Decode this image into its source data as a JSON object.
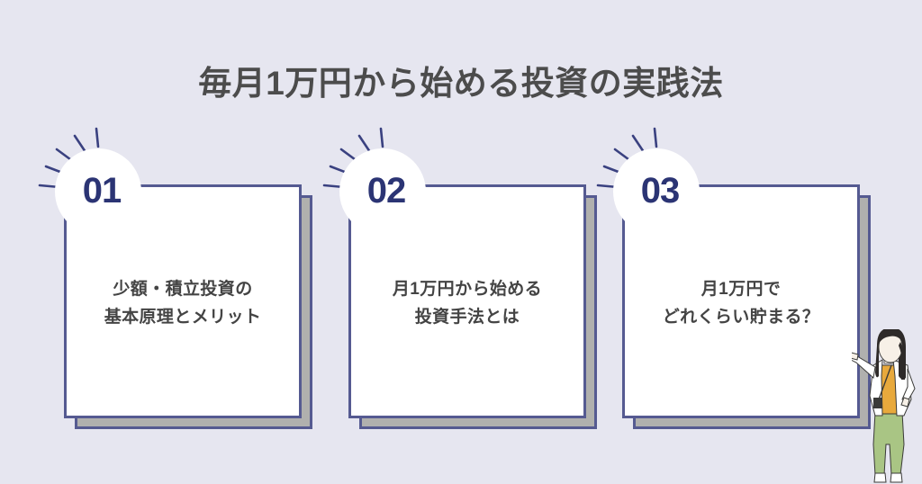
{
  "page": {
    "title": "毎月1万円から始める投資の実践法",
    "background_color": "#e6e6f0",
    "title_color": "#4c4c4c",
    "accent_color": "#2b3474",
    "border_color": "#555a91",
    "shadow_color": "#b0b0ae"
  },
  "cards": [
    {
      "badge": "01",
      "text": "少額・積立投資の\n基本原理とメリット",
      "name": "card-01"
    },
    {
      "badge": "02",
      "text": "月1万円から始める\n投資手法とは",
      "name": "card-02"
    },
    {
      "badge": "03",
      "text": "月1万円で\nどれくらい貯まる？",
      "name": "card-03"
    }
  ],
  "illustration": {
    "name": "woman-pointing-illustration",
    "description": "女性イラスト（指差し）",
    "hair_color": "#2e2a29",
    "jacket_color": "#ffffff",
    "top_color": "#e8a93c",
    "pants_color": "#a9c584",
    "skin_color": "#f7f0e7"
  }
}
